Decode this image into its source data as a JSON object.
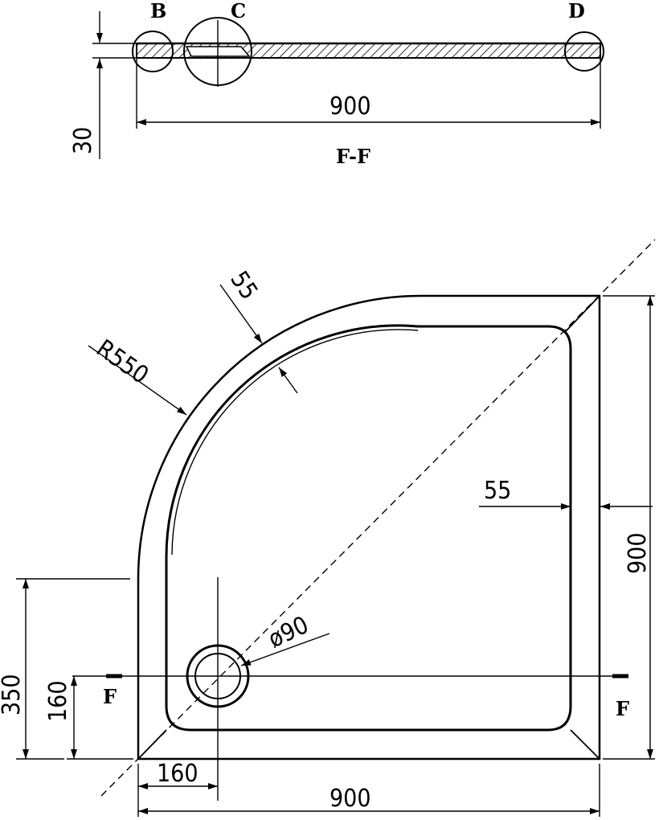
{
  "section_view": {
    "detail_labels": {
      "b": "B",
      "c": "C",
      "d": "D"
    },
    "width_dim": "900",
    "height_dim": "30",
    "section_title": "F-F"
  },
  "plan_view": {
    "radius_dim": "R550",
    "rim_arc_dim": "55",
    "rim_side_dim": "55",
    "height_dim": "900",
    "width_dim": "900",
    "drain_dim": "ø90",
    "drain_x_dim": "160",
    "drain_y_dim": "160",
    "edge_dim": "350",
    "section_marker_left": "F",
    "section_marker_right": "F"
  }
}
